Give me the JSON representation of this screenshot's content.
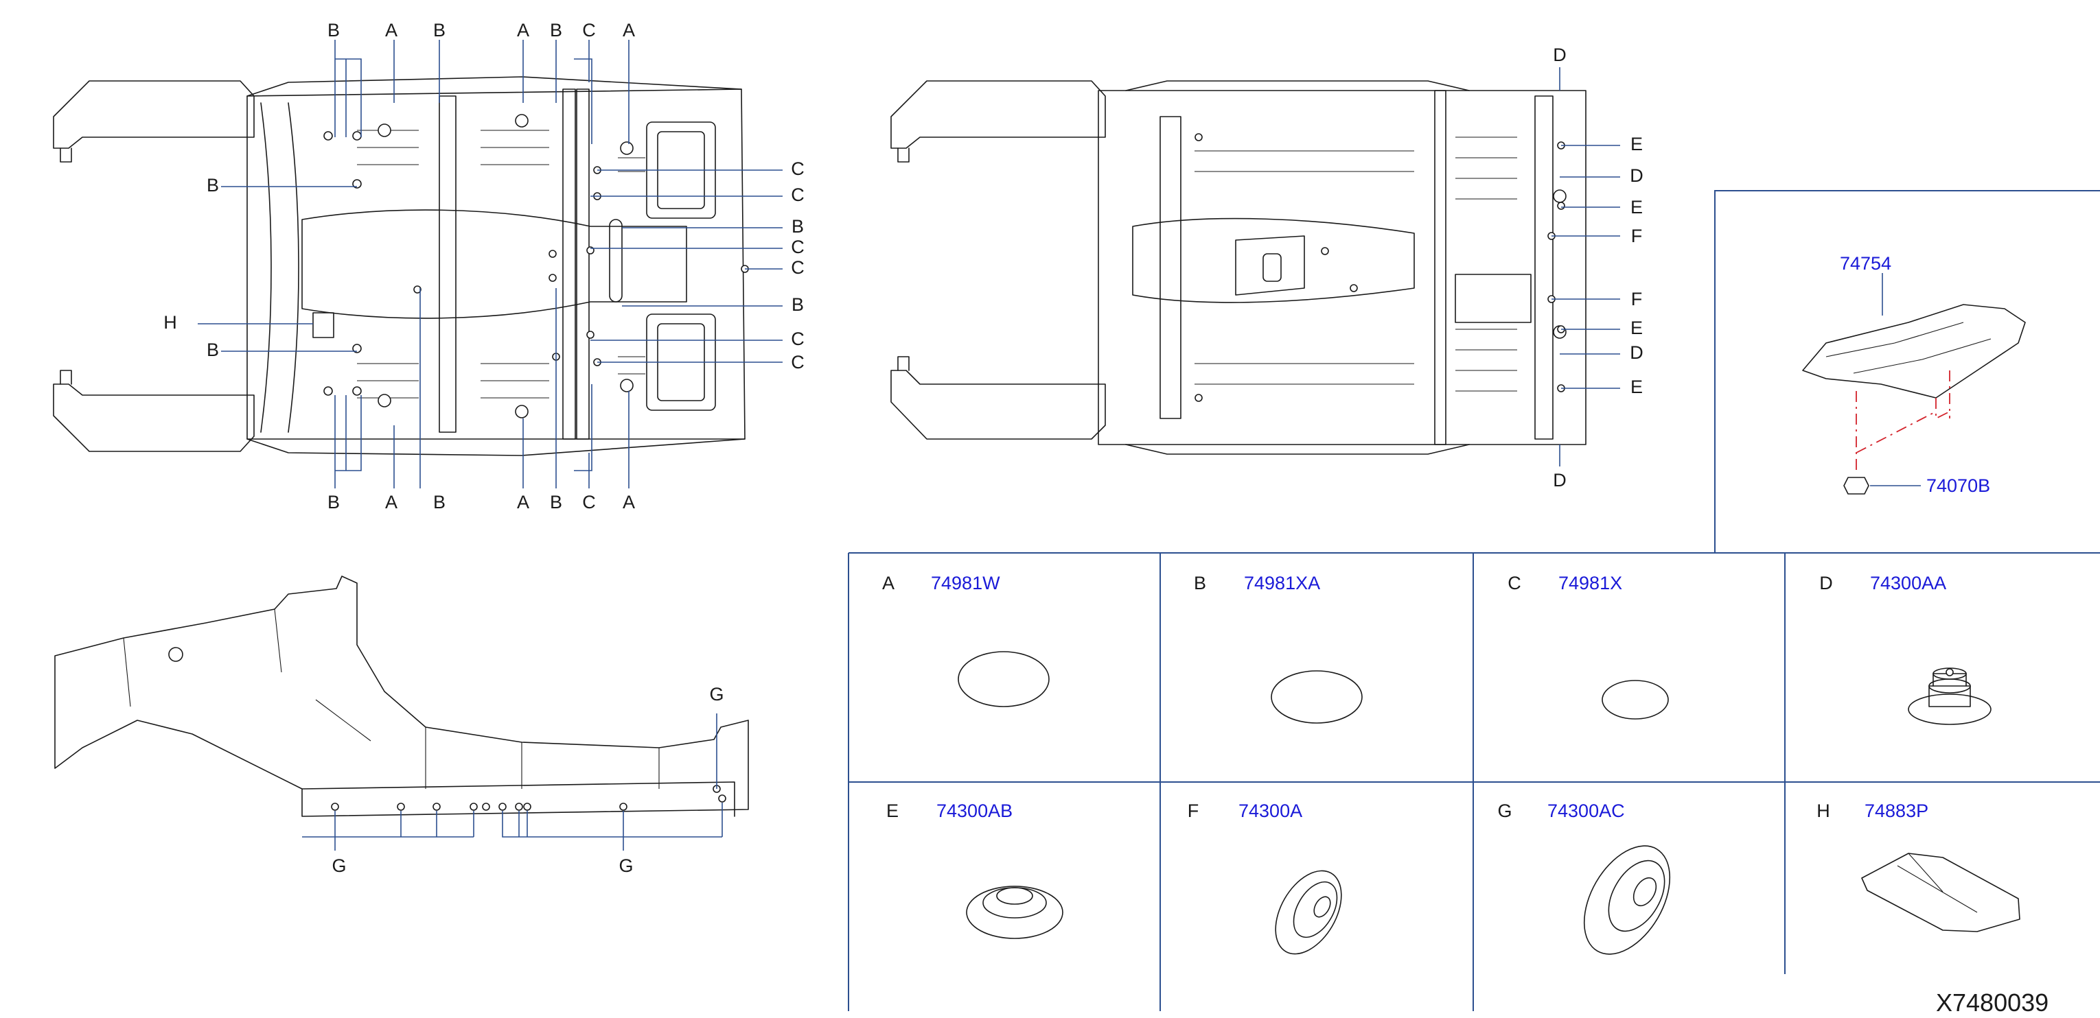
{
  "drawing_code": "X7480039",
  "callout_letters": [
    "A",
    "B",
    "C",
    "D",
    "E",
    "F",
    "G",
    "H"
  ],
  "top_left_view": {
    "top_labels": [
      "B",
      "A",
      "B",
      "A",
      "B",
      "C",
      "A"
    ],
    "bottom_labels": [
      "B",
      "A",
      "B",
      "A",
      "B",
      "C",
      "A"
    ],
    "left_labels": [
      "B",
      "H",
      "B"
    ],
    "right_labels": [
      "C",
      "C",
      "B",
      "C",
      "C",
      "B",
      "C",
      "C"
    ]
  },
  "top_mid_view": {
    "top_label": "D",
    "bottom_label": "D",
    "right_labels": [
      "E",
      "D",
      "E",
      "F",
      "F",
      "E",
      "D",
      "E"
    ]
  },
  "side_view": {
    "labels": [
      "G",
      "G",
      "G"
    ]
  },
  "inset": {
    "part_upper": "74754",
    "part_lower": "74070B"
  },
  "parts_table": [
    {
      "letter": "A",
      "part_number": "74981W",
      "shape": "oval-plug-large"
    },
    {
      "letter": "B",
      "part_number": "74981XA",
      "shape": "oval-plug-large"
    },
    {
      "letter": "C",
      "part_number": "74981X",
      "shape": "oval-plug-small"
    },
    {
      "letter": "D",
      "part_number": "74300AA",
      "shape": "stepped-grommet"
    },
    {
      "letter": "E",
      "part_number": "74300AB",
      "shape": "ring-grommet"
    },
    {
      "letter": "F",
      "part_number": "74300A",
      "shape": "angled-grommet"
    },
    {
      "letter": "G",
      "part_number": "74300AC",
      "shape": "angled-grommet-large"
    },
    {
      "letter": "H",
      "part_number": "74883P",
      "shape": "flat-pad"
    }
  ],
  "colors": {
    "line": "#1a1a1a",
    "leader": "#2c4f8f",
    "part_number": "#1a1ad8",
    "red_leader": "#d3232b"
  }
}
